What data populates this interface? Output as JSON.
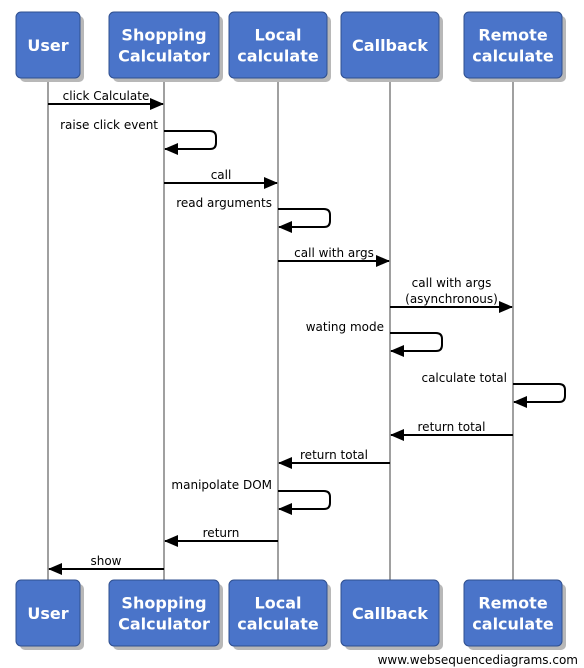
{
  "participants": [
    {
      "id": "user",
      "lines": [
        "User"
      ]
    },
    {
      "id": "shopping-calculator",
      "lines": [
        "Shopping",
        "Calculator"
      ]
    },
    {
      "id": "local-calculate",
      "lines": [
        "Local",
        "calculate"
      ]
    },
    {
      "id": "callback",
      "lines": [
        "Callback"
      ]
    },
    {
      "id": "remote-calculate",
      "lines": [
        "Remote",
        "calculate"
      ]
    }
  ],
  "messages": [
    {
      "from": "user",
      "to": "shopping-calculator",
      "lines": [
        "click Calculate"
      ]
    },
    {
      "from": "shopping-calculator",
      "to": "shopping-calculator",
      "lines": [
        "raise click event"
      ]
    },
    {
      "from": "shopping-calculator",
      "to": "local-calculate",
      "lines": [
        "call"
      ]
    },
    {
      "from": "local-calculate",
      "to": "local-calculate",
      "lines": [
        "read arguments"
      ]
    },
    {
      "from": "local-calculate",
      "to": "callback",
      "lines": [
        "call with args"
      ]
    },
    {
      "from": "callback",
      "to": "remote-calculate",
      "lines": [
        "call with args",
        "(asynchronous)"
      ]
    },
    {
      "from": "callback",
      "to": "callback",
      "lines": [
        "wating mode"
      ]
    },
    {
      "from": "remote-calculate",
      "to": "remote-calculate",
      "lines": [
        "calculate total"
      ]
    },
    {
      "from": "remote-calculate",
      "to": "callback",
      "lines": [
        "return total"
      ]
    },
    {
      "from": "callback",
      "to": "local-calculate",
      "lines": [
        "return total"
      ]
    },
    {
      "from": "local-calculate",
      "to": "local-calculate",
      "lines": [
        "manipolate DOM"
      ]
    },
    {
      "from": "local-calculate",
      "to": "shopping-calculator",
      "lines": [
        "return"
      ]
    },
    {
      "from": "shopping-calculator",
      "to": "user",
      "lines": [
        "show"
      ]
    }
  ],
  "footer": "www.websequencediagrams.com"
}
